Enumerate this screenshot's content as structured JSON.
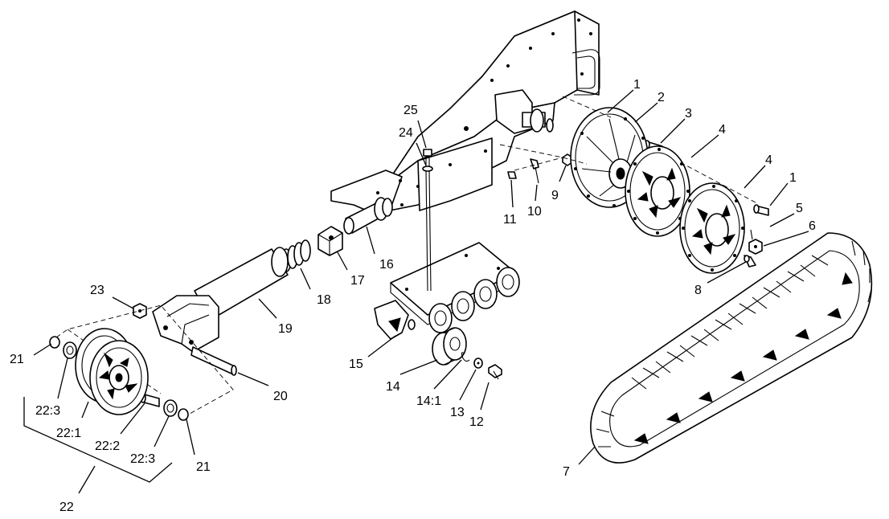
{
  "callouts": [
    {
      "id": "c1a",
      "text": "1"
    },
    {
      "id": "c2",
      "text": "2"
    },
    {
      "id": "c3",
      "text": "3"
    },
    {
      "id": "c4a",
      "text": "4"
    },
    {
      "id": "c4b",
      "text": "4"
    },
    {
      "id": "c1b",
      "text": "1"
    },
    {
      "id": "c5",
      "text": "5"
    },
    {
      "id": "c6",
      "text": "6"
    },
    {
      "id": "c7",
      "text": "7"
    },
    {
      "id": "c8",
      "text": "8"
    },
    {
      "id": "c9",
      "text": "9"
    },
    {
      "id": "c10",
      "text": "10"
    },
    {
      "id": "c11",
      "text": "11"
    },
    {
      "id": "c12",
      "text": "12"
    },
    {
      "id": "c13",
      "text": "13"
    },
    {
      "id": "c14",
      "text": "14"
    },
    {
      "id": "c14_1",
      "text": "14:1"
    },
    {
      "id": "c15",
      "text": "15"
    },
    {
      "id": "c16",
      "text": "16"
    },
    {
      "id": "c17",
      "text": "17"
    },
    {
      "id": "c18",
      "text": "18"
    },
    {
      "id": "c19",
      "text": "19"
    },
    {
      "id": "c20",
      "text": "20"
    },
    {
      "id": "c21a",
      "text": "21"
    },
    {
      "id": "c21b",
      "text": "21"
    },
    {
      "id": "c22",
      "text": "22"
    },
    {
      "id": "c22_1",
      "text": "22:1"
    },
    {
      "id": "c22_2",
      "text": "22:2"
    },
    {
      "id": "c22_3a",
      "text": "22:3"
    },
    {
      "id": "c22_3b",
      "text": "22:3"
    },
    {
      "id": "c23",
      "text": "23"
    },
    {
      "id": "c24",
      "text": "24"
    },
    {
      "id": "c25",
      "text": "25"
    }
  ]
}
